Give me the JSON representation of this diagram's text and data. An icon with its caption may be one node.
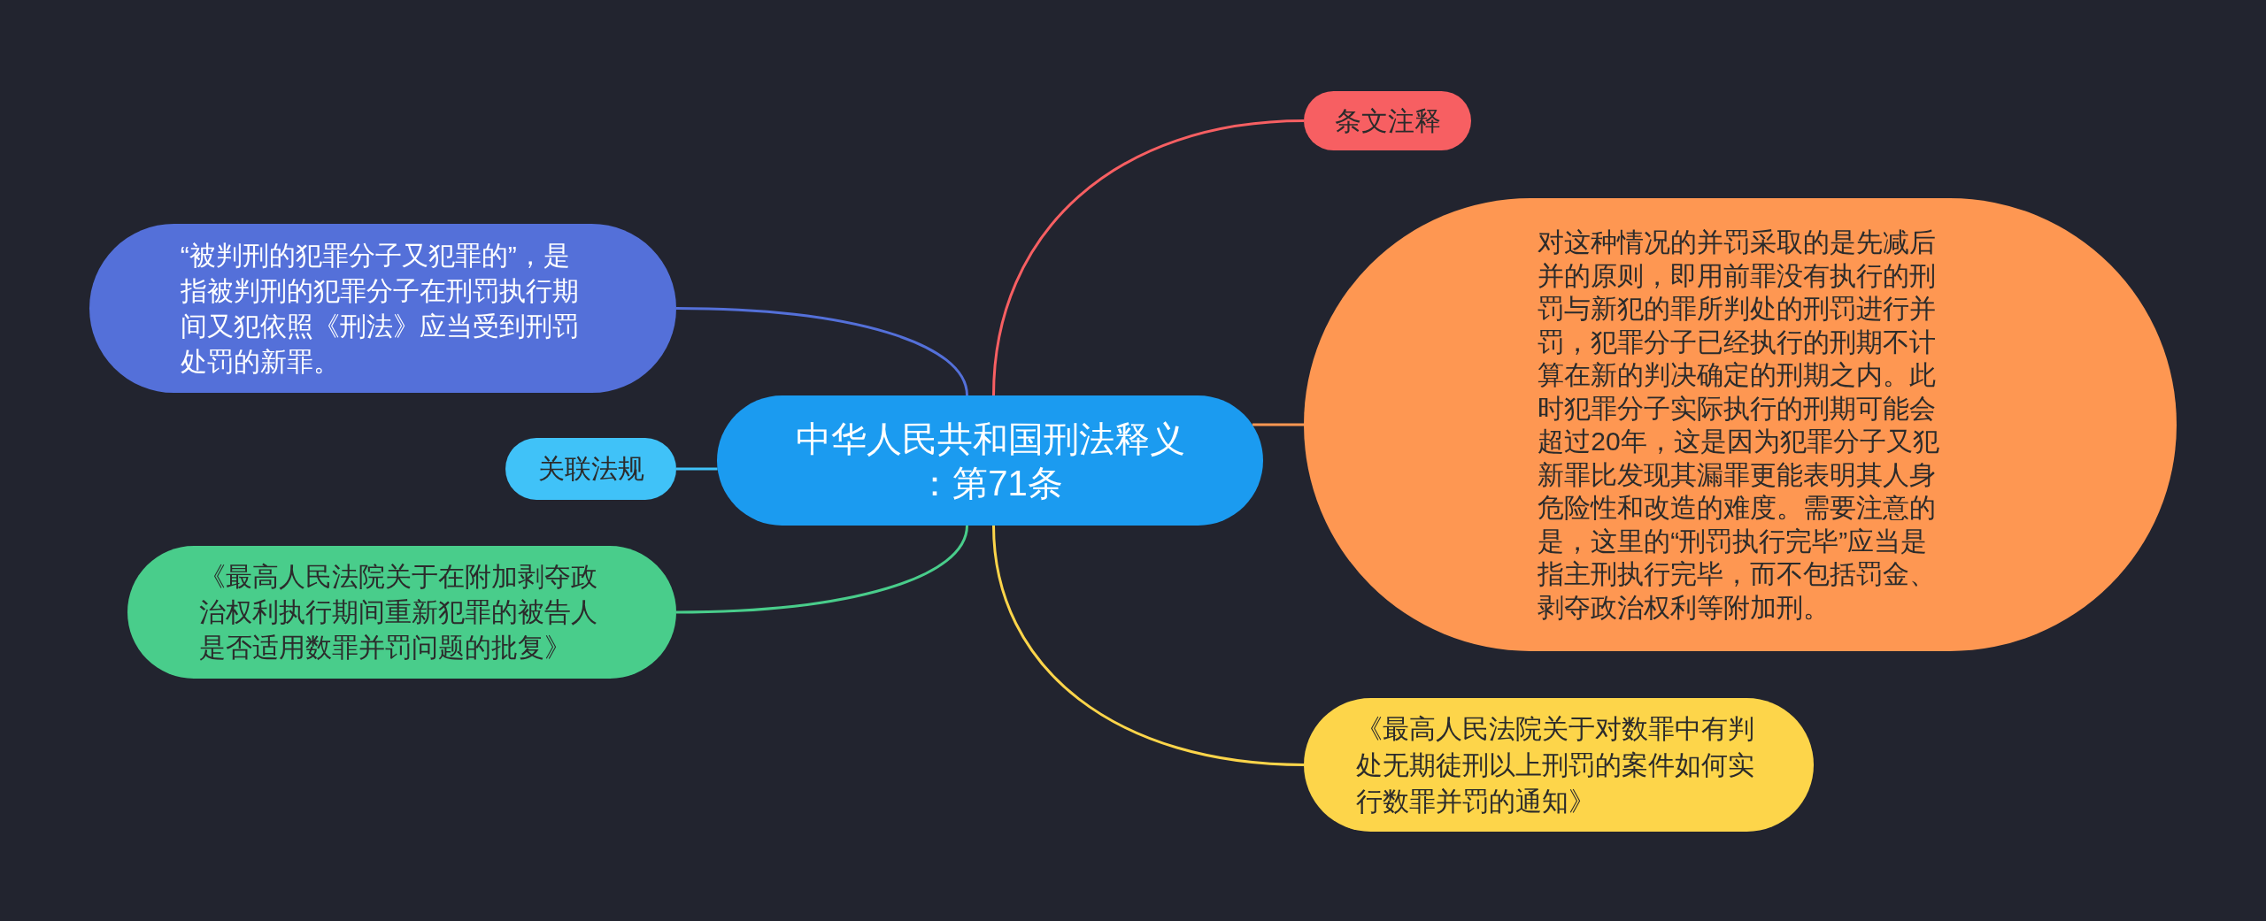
{
  "diagram": {
    "nodes": [
      {
        "text": [
          "中华人民共和国刑法释义：第71条"
        ]
      },
      {
        "text": [
          "条文注释"
        ]
      },
      {
        "text": [
          "对这种情况的并罚采取的是先减后并的原则，即用前罪没有执行的刑罚与新犯的罪所判处的刑罚进行并罚，犯罪分子已经执行的刑期不计算在新的判决确定的刑期之内。此时犯罪分子实际执行的刑期可能会超过20年，这是因为犯罪分子又犯新罪比发现其漏罪更能表明其人身危险性和改造的难度。需要注意的是，这里的“刑罚执行完毕”应当是指主刑执行完毕，而不包括罚金、剥夺政治权利等附加刑。"
        ]
      },
      {
        "text": [
          "《最高人民法院关于对数罪中有判处无期徒刑以上刑罚的案件如何实行数罪并罚的通知》"
        ]
      },
      {
        "text": [
          "“被判刑的犯罪分子又犯罪的”，是指被判刑的犯罪分子在刑罚执行期间又犯依照《刑法》应当受到刑罚处罚的新罪。"
        ]
      },
      {
        "text": [
          "关联法规"
        ]
      },
      {
        "text": [
          "《最高人民法院关于在附加剥夺政治权利执行期间重新犯罪的被告人是否适用数罪并罚问题的批复》"
        ]
      }
    ],
    "edges": [
      {
        "from": 0,
        "to": 1,
        "arrow": "none",
        "color": "#f75f62"
      },
      {
        "from": 0,
        "to": 2,
        "arrow": "none",
        "color": "#fe9752"
      },
      {
        "from": 0,
        "to": 3,
        "arrow": "none",
        "color": "#fdd54a"
      },
      {
        "from": 0,
        "to": 4,
        "arrow": "none",
        "color": "#5470d9"
      },
      {
        "from": 0,
        "to": 5,
        "arrow": "none",
        "color": "#40c2f8"
      },
      {
        "from": 0,
        "to": 6,
        "arrow": "none",
        "color": "#49cd8b"
      }
    ]
  }
}
